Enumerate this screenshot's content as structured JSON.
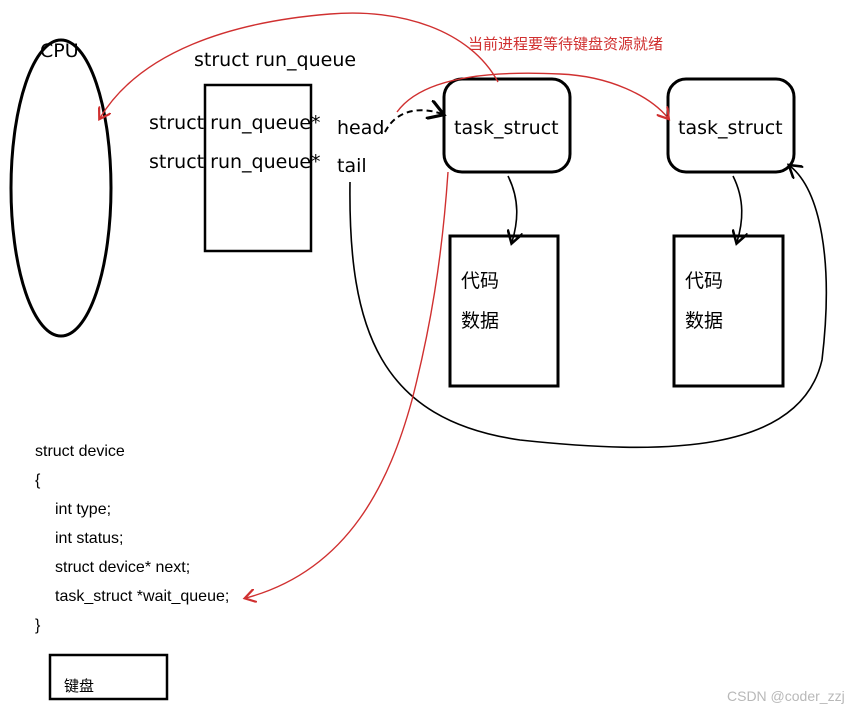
{
  "cpu": {
    "label": "CPU"
  },
  "run_queue": {
    "title": "struct run_queue",
    "field_head": "struct run_queue*",
    "field_head_name": "head",
    "field_tail": "struct run_queue*",
    "field_tail_name": "tail"
  },
  "annotation": "当前进程要等待键盘资源就绪",
  "tasks": [
    {
      "label": "task_struct",
      "code_label": "代码",
      "data_label": "数据"
    },
    {
      "label": "task_struct",
      "code_label": "代码",
      "data_label": "数据"
    }
  ],
  "device_struct": {
    "lines": [
      "struct device",
      "{",
      "int type;",
      "int status;",
      "struct device* next;",
      "task_struct *wait_queue;",
      "}"
    ]
  },
  "keyboard": {
    "label": "键盘"
  },
  "watermark": "CSDN @coder_zzj",
  "colors": {
    "ink": "#000000",
    "accent_red": "#d03030",
    "watermark": "#b8b8b8"
  }
}
